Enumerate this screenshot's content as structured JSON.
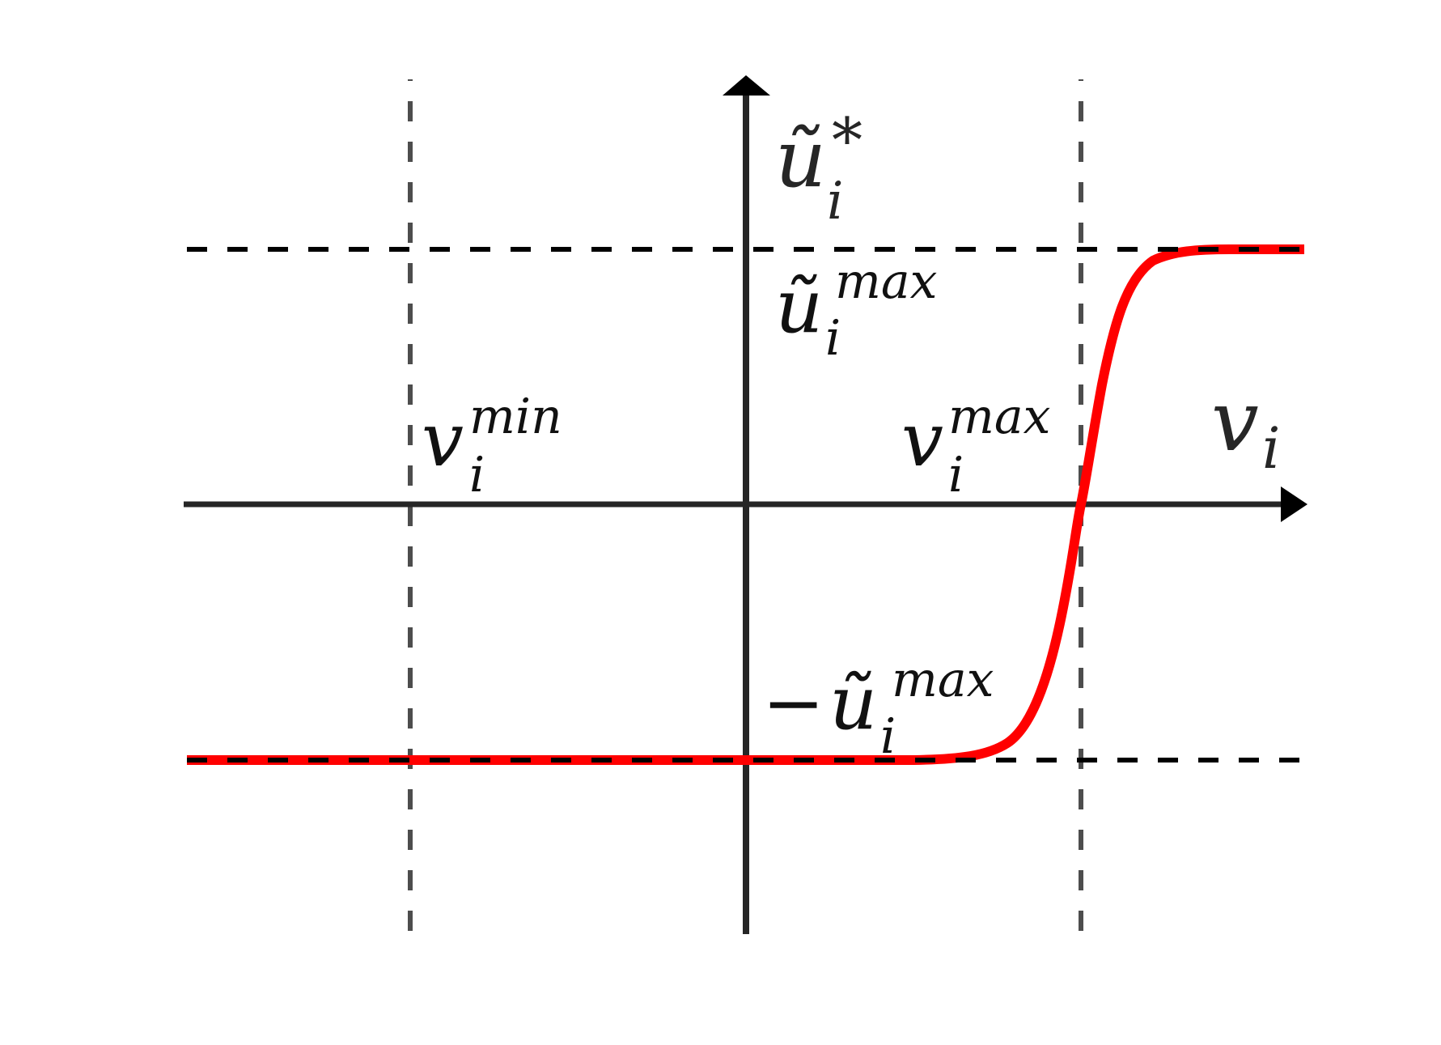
{
  "figure": {
    "description": "Sigmoid-like saturation curve of optimal control u_tilde_i* versus v_i, bounded between -u_max and +u_max",
    "colors": {
      "background": "#ffffff",
      "axis": "#262626",
      "curve": "#ff0000",
      "bound_dashes": "#000000",
      "vertical_dashes": "#4d4d4d"
    },
    "labels": {
      "y_axis": {
        "base": "ũ",
        "sub": "i",
        "sup": "*"
      },
      "x_axis": {
        "base": "v",
        "sub": "i"
      },
      "u_max": {
        "base": "ũ",
        "sub": "i",
        "sup": "max"
      },
      "neg_u_max": {
        "prefix": "−",
        "base": "ũ",
        "sub": "i",
        "sup": "max"
      },
      "v_min": {
        "base": "v",
        "sub": "i",
        "sup": "min"
      },
      "v_max": {
        "base": "v",
        "sub": "i",
        "sup": "max"
      }
    }
  },
  "chart_data": {
    "type": "line",
    "title": "",
    "xlabel": "v_i",
    "ylabel": "ũ_i*",
    "reference_lines": {
      "horizontal": [
        {
          "name": "u_max",
          "label": "ũ_i^max",
          "value": 1,
          "style": "dashed"
        },
        {
          "name": "neg_u_max",
          "label": "−ũ_i^max",
          "value": -1,
          "style": "dashed"
        }
      ],
      "vertical": [
        {
          "name": "v_min",
          "label": "v_i^min",
          "value": -1,
          "style": "dashed"
        },
        {
          "name": "v_max",
          "label": "v_i^max",
          "value": 1,
          "style": "dashed"
        }
      ]
    },
    "series": [
      {
        "name": "ũ_i*(v_i)",
        "color": "#ff0000",
        "shape": "sigmoid (tanh-like), centered at v_i^max",
        "x": [
          -1.67,
          -1.0,
          0.0,
          0.5,
          0.7,
          0.85,
          0.95,
          1.0,
          1.05,
          1.15,
          1.3,
          1.5,
          1.91
        ],
        "y": [
          -1.0,
          -1.0,
          -1.0,
          -0.99,
          -0.93,
          -0.6,
          -0.2,
          0.0,
          0.2,
          0.6,
          0.93,
          0.99,
          1.0
        ]
      }
    ],
    "axes": {
      "arrows": true,
      "ticks": false,
      "grid": false
    }
  }
}
